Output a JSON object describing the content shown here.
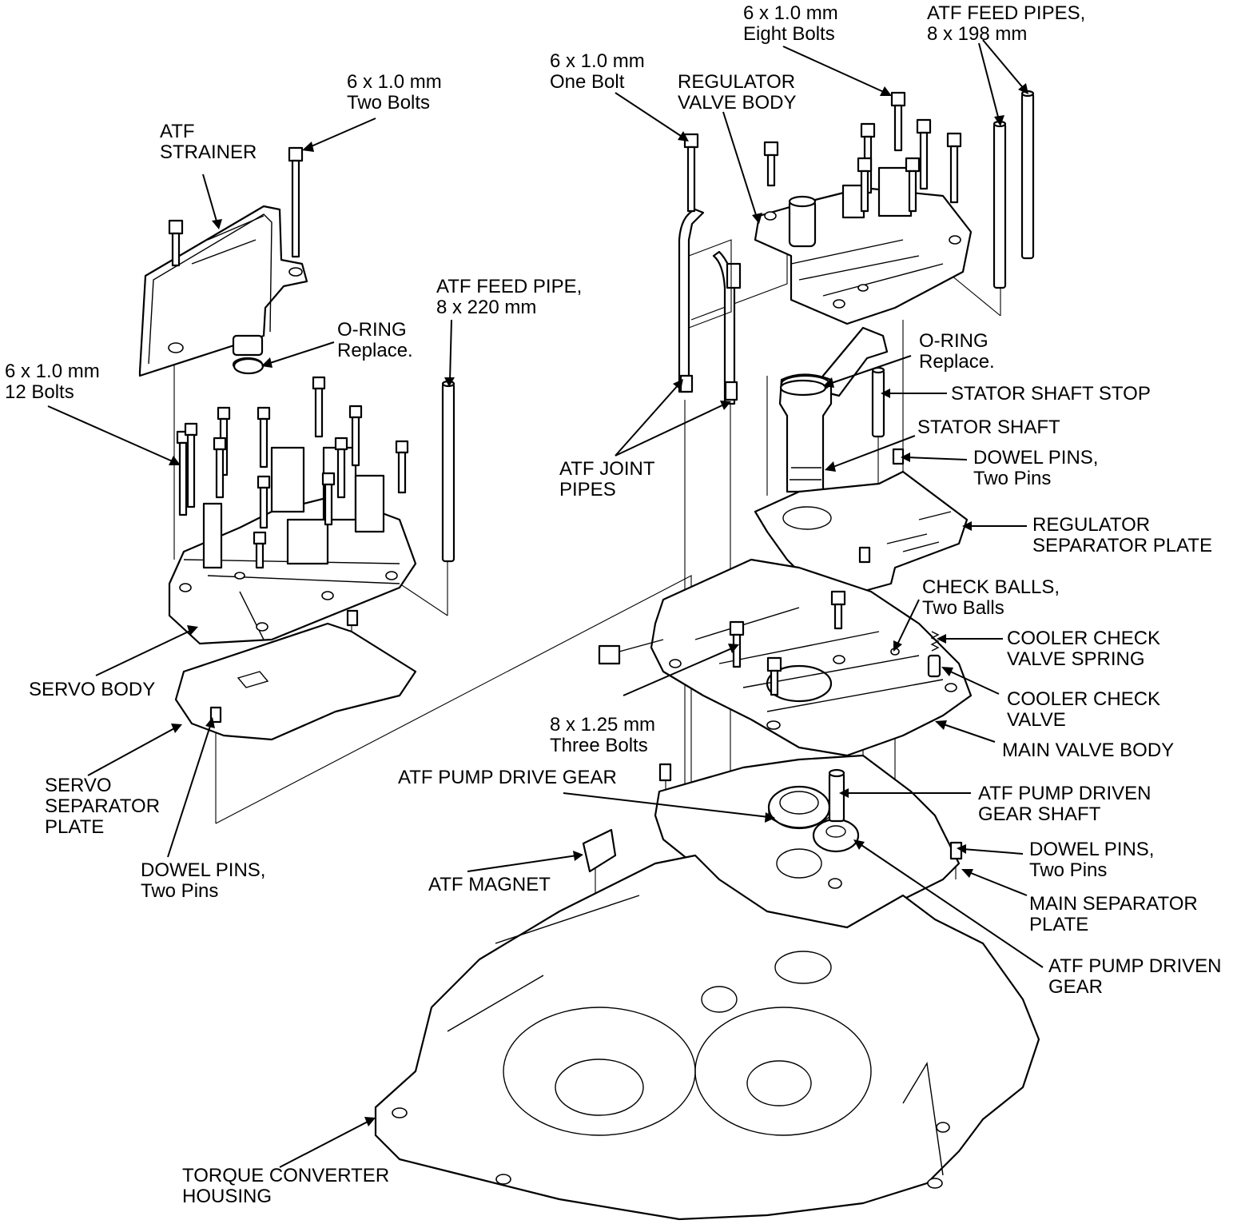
{
  "labels": {
    "strainer_bolts": [
      "6 x 1.0 mm",
      "Two Bolts"
    ],
    "atf_strainer": [
      "ATF",
      "STRAINER"
    ],
    "o_ring_strainer": [
      "O-RING",
      "Replace."
    ],
    "servo_bolts": [
      "6 x 1.0 mm",
      "12 Bolts"
    ],
    "feed_pipe_220": [
      "ATF FEED PIPE,",
      "8 x 220 mm"
    ],
    "servo_body": [
      "SERVO BODY"
    ],
    "servo_sep_plate": [
      "SERVO",
      "SEPARATOR",
      "PLATE"
    ],
    "dowel_pins_left": [
      "DOWEL PINS,",
      "Two Pins"
    ],
    "one_bolt": [
      "6 x 1.0 mm",
      "One Bolt"
    ],
    "regulator_body": [
      "REGULATOR",
      "VALVE BODY"
    ],
    "eight_bolts": [
      "6 x 1.0 mm",
      "Eight Bolts"
    ],
    "feed_pipes_198": [
      "ATF FEED PIPES,",
      "8 x 198 mm"
    ],
    "o_ring_stator": [
      "O-RING",
      "Replace."
    ],
    "stator_stop": [
      "STATOR SHAFT STOP"
    ],
    "stator_shaft": [
      "STATOR SHAFT"
    ],
    "dowel_pins_reg": [
      "DOWEL PINS,",
      "Two Pins"
    ],
    "reg_sep_plate": [
      "REGULATOR",
      "SEPARATOR PLATE"
    ],
    "check_balls": [
      "CHECK BALLS,",
      "Two Balls"
    ],
    "cooler_spring": [
      "COOLER CHECK",
      "VALVE SPRING"
    ],
    "cooler_valve": [
      "COOLER CHECK",
      "VALVE"
    ],
    "main_valve_body": [
      "MAIN VALVE BODY"
    ],
    "three_bolts": [
      "8 x 1.25 mm",
      "Three Bolts"
    ],
    "joint_pipes": [
      "ATF JOINT",
      "PIPES"
    ],
    "pump_drive_gear": [
      "ATF PUMP DRIVE GEAR"
    ],
    "pump_driven_shaft": [
      "ATF PUMP DRIVEN",
      "GEAR SHAFT"
    ],
    "dowel_pins_main": [
      "DOWEL PINS,",
      "Two Pins"
    ],
    "main_sep_plate": [
      "MAIN SEPARATOR",
      "PLATE"
    ],
    "pump_driven_gear": [
      "ATF PUMP DRIVEN",
      "GEAR"
    ],
    "atf_magnet": [
      "ATF MAGNET"
    ],
    "tc_housing": [
      "TORQUE CONVERTER",
      "HOUSING"
    ]
  }
}
